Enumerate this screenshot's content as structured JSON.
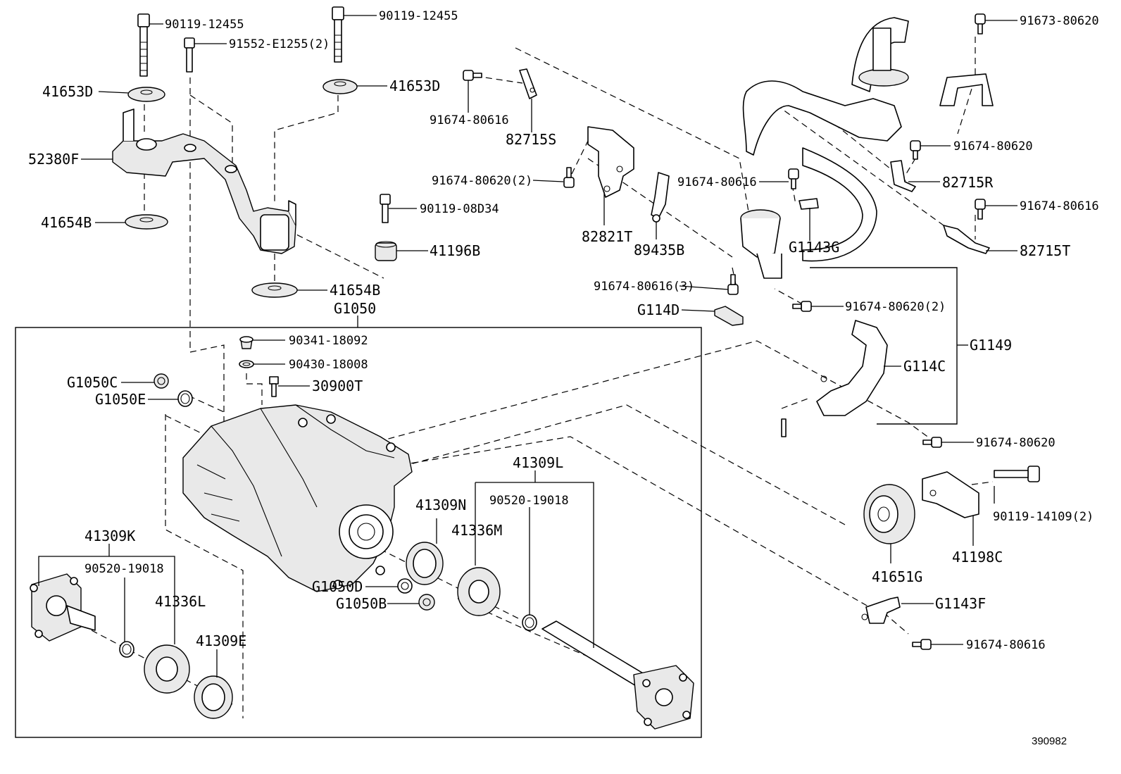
{
  "diagram_id": "390982",
  "labels": {
    "l01": "90119-12455",
    "l02": "90119-12455",
    "l03": "91552-E1255(2)",
    "l04": "41653D",
    "l05": "41653D",
    "l06": "52380F",
    "l07": "41654B",
    "l08": "90119-08D34",
    "l09": "41196B",
    "l10": "41654B",
    "l11": "G1050",
    "l12": "91674-80616",
    "l13": "82715S",
    "l14": "91674-80620(2)",
    "l15": "82821T",
    "l16": "89435B",
    "l17": "91674-80616",
    "l18": "G1143G",
    "l19": "91673-80620",
    "l20": "91674-80620",
    "l21": "82715R",
    "l22": "91674-80616",
    "l23": "82715T",
    "l24": "91674-80616(3)",
    "l25": "G114D",
    "l26": "91674-80620(2)",
    "l27": "G1149",
    "l28": "G114C",
    "l29": "91674-80620",
    "l30": "90341-18092",
    "l31": "90430-18008",
    "l32": "30900T",
    "l33": "G1050C",
    "l34": "G1050E",
    "l35": "41309L",
    "l36": "90520-19018",
    "l37": "41309N",
    "l38": "41336M",
    "l39": "G1050D",
    "l40": "G1050B",
    "l41": "41309K",
    "l42": "90520-19018",
    "l43": "41336L",
    "l44": "41309E",
    "l45": "90119-14109(2)",
    "l46": "41198C",
    "l47": "41651G",
    "l48": "G1143F",
    "l49": "91674-80616"
  }
}
